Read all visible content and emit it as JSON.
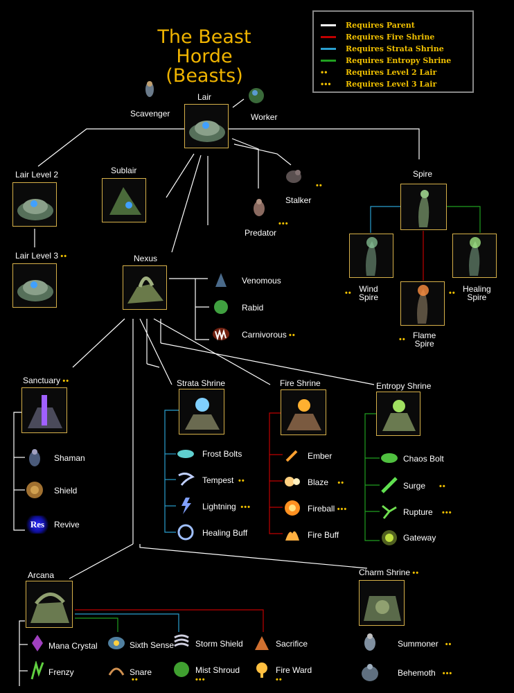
{
  "title_line1": "The Beast Horde",
  "title_line2": "(Beasts)",
  "legend": {
    "parent": {
      "label": "Requires Parent",
      "color": "#ffffff"
    },
    "fire": {
      "label": "Requires Fire Shrine",
      "color": "#c00000"
    },
    "strata": {
      "label": "Requires Strata Shrine",
      "color": "#2aa0d0"
    },
    "entropy": {
      "label": "Requires Entropy Shrine",
      "color": "#20a020"
    },
    "lair2": {
      "label": "Requires Level 2 Lair",
      "marker": "••"
    },
    "lair3": {
      "label": "Requires Level 3 Lair",
      "marker": "•••"
    }
  },
  "nodes": {
    "lair": "Lair",
    "scavenger": "Scavenger",
    "worker": "Worker",
    "lair_level_2": "Lair Level 2",
    "lair_level_3": "Lair Level 3",
    "sublair": "Sublair",
    "stalker": "Stalker",
    "predator": "Predator",
    "spire": "Spire",
    "wind_spire_1": "Wind",
    "wind_spire_2": "Spire",
    "healing_spire_1": "Healing",
    "healing_spire_2": "Spire",
    "flame_spire_1": "Flame",
    "flame_spire_2": "Spire",
    "nexus": "Nexus",
    "venomous": "Venomous",
    "rabid": "Rabid",
    "carnivorous": "Carnivorous",
    "sanctuary": "Sanctuary",
    "shaman": "Shaman",
    "shield": "Shield",
    "revive": "Revive",
    "res_icon_text": "Res",
    "strata_shrine": "Strata Shrine",
    "frost_bolts": "Frost Bolts",
    "tempest": "Tempest",
    "lightning": "Lightning",
    "healing_buff": "Healing Buff",
    "fire_shrine": "Fire Shrine",
    "ember": "Ember",
    "blaze": "Blaze",
    "fireball": "Fireball",
    "fire_buff": "Fire Buff",
    "entropy_shrine": "Entropy Shrine",
    "chaos_bolt": "Chaos Bolt",
    "surge": "Surge",
    "rupture": "Rupture",
    "gateway": "Gateway",
    "arcana": "Arcana",
    "mana_crystal": "Mana Crystal",
    "frenzy": "Frenzy",
    "sixth_sense": "Sixth Sense",
    "snare": "Snare",
    "storm_shield": "Storm Shield",
    "mist_shroud": "Mist Shroud",
    "sacrifice": "Sacrifice",
    "fire_ward": "Fire Ward",
    "charm_shrine": "Charm Shrine",
    "summoner": "Summoner",
    "behemoth": "Behemoth"
  },
  "markers": {
    "two": "••",
    "three": "•••"
  }
}
